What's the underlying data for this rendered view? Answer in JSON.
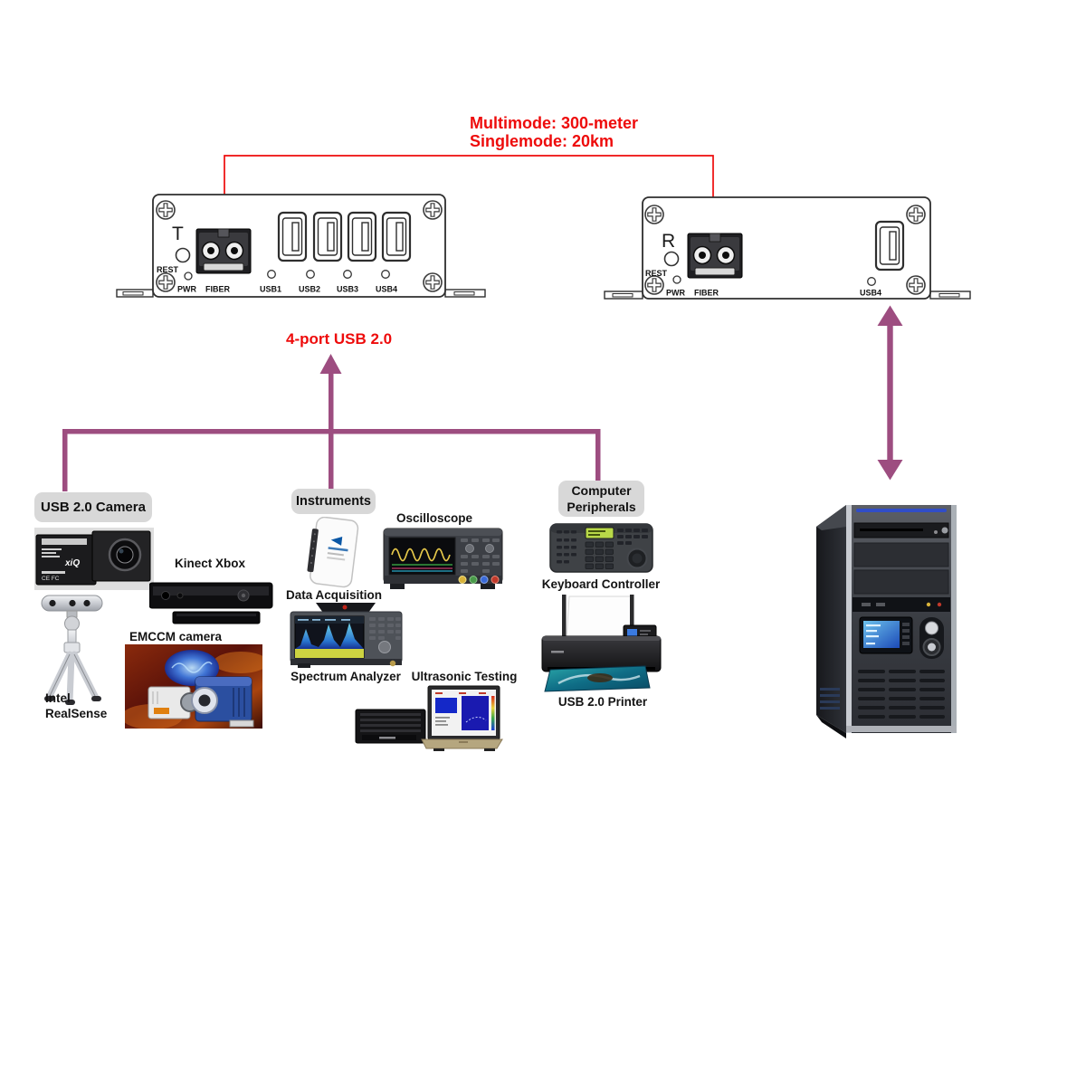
{
  "fiber_link": {
    "caption_line1": "Multimode: 300-meter",
    "caption_line2": "Singlemode: 20km"
  },
  "transmitter": {
    "caption": "4-port USB 2.0",
    "role_label": "T",
    "reset_label": "REST",
    "pwr_led_label": "PWR",
    "fiber_port_label": "FIBER",
    "usb_port_labels": [
      "USB1",
      "USB2",
      "USB3",
      "USB4"
    ]
  },
  "receiver": {
    "role_label": "R",
    "reset_label": "REST",
    "pwr_led_label": "PWR",
    "fiber_port_label": "FIBER",
    "usb_port_label": "USB4"
  },
  "device_groups": {
    "cameras_label": "USB 2.0 Camera",
    "instruments_label": "Instruments",
    "peripherals_label": "Computer Peripherals"
  },
  "item_captions": {
    "kinect": "Kinect Xbox",
    "emccm": "EMCCM camera",
    "realsense_line1": "Intel",
    "realsense_line2": "RealSense",
    "daq": "Data Acquisition",
    "oscilloscope": "Oscilloscope",
    "spectrum_analyzer": "Spectrum Analyzer",
    "ultrasonic": "Ultrasonic Testing",
    "keyboard_controller": "Keyboard Controller",
    "printer": "USB 2.0 Printer"
  },
  "colors": {
    "connection_purple": "#9d4d80",
    "fiber_red": "#ee0b0b",
    "group_label_bg": "#d8d8d8"
  }
}
